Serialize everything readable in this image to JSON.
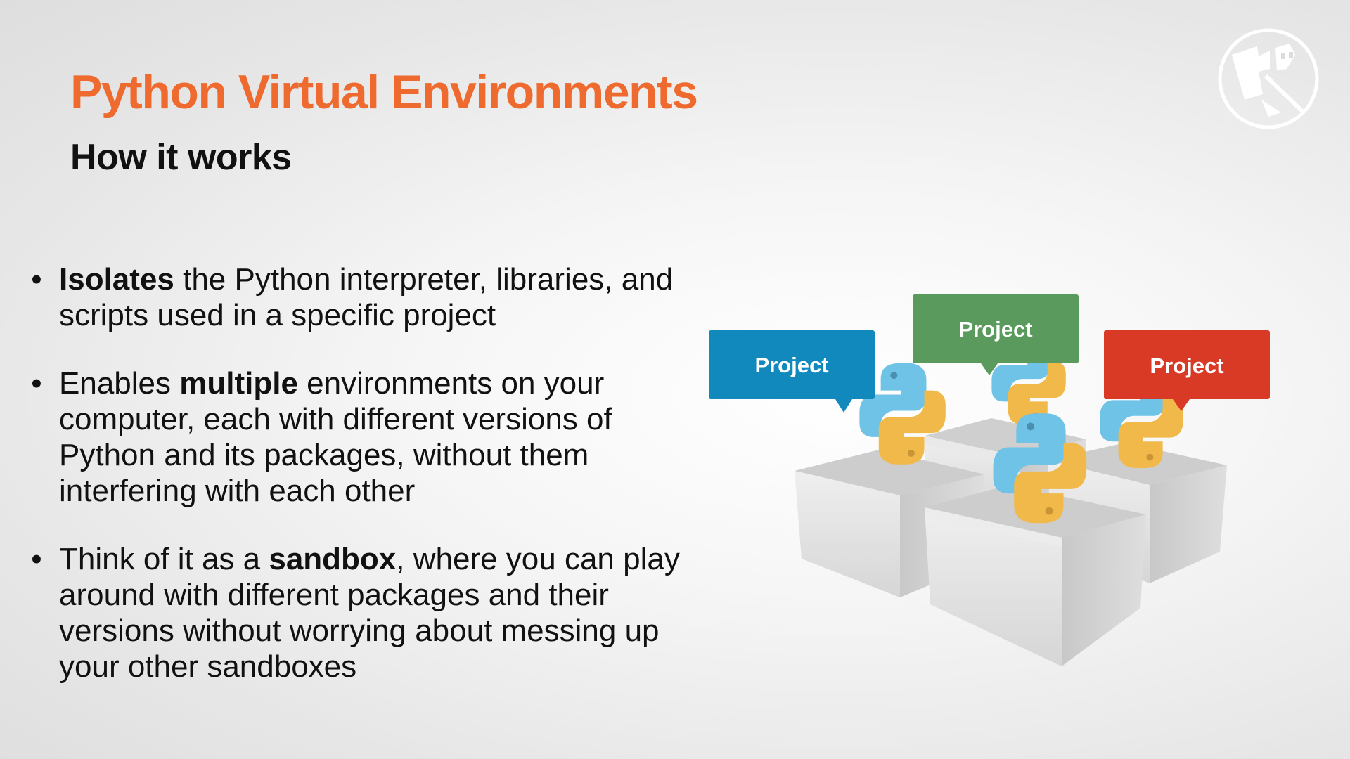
{
  "slide": {
    "title": "Python Virtual Environments",
    "subtitle": "How it works"
  },
  "bullets": [
    {
      "lead": "",
      "bold": "Isolates",
      "rest": " the Python interpreter, libraries, and scripts used in a specific project"
    },
    {
      "lead": "Enables ",
      "bold": "multiple",
      "rest": " environments on your computer, each with different versions of Python and its packages, without them interfering with each other"
    },
    {
      "lead": "Think of it as a ",
      "bold": "sandbox",
      "rest": ", where you can play around with different packages and their versions without worrying about messing up your other sandboxes"
    }
  ],
  "bullet_glyph": "•",
  "illustration": {
    "labels": [
      {
        "text": "Project",
        "color": "#1289bd"
      },
      {
        "text": "Project",
        "color": "#5b9a5d"
      },
      {
        "text": "Project",
        "color": "#d93a26"
      }
    ],
    "python_blue": "#6ec3e6",
    "python_yellow": "#f0b94a",
    "box_color": "#e4e4e4"
  },
  "colors": {
    "title": "#ee6a2f",
    "text": "#111111"
  },
  "icons": {
    "logo": "robot-corner-logo-icon"
  }
}
